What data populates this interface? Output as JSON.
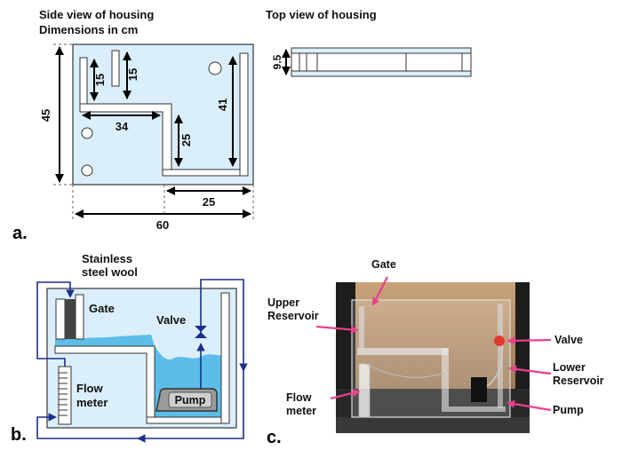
{
  "panel_a": {
    "side_title_1": "Side view of housing",
    "side_title_2": "Dimensions in cm",
    "top_title": "Top view of housing",
    "dim_height_total": "45",
    "dim_width_total": "60",
    "dim_baffle_a": "15",
    "dim_baffle_b": "15",
    "dim_upper_floor": "34",
    "dim_right_wall": "41",
    "dim_step_height": "25",
    "dim_lower_width": "25",
    "dim_depth": "9.5",
    "label": "a."
  },
  "panel_b": {
    "wool_label_1": "Stainless",
    "wool_label_2": "steel wool",
    "gate_label": "Gate",
    "valve_label": "Valve",
    "flow_label_1": "Flow",
    "flow_label_2": "meter",
    "pump_label": "Pump",
    "label": "b."
  },
  "panel_c": {
    "gate_label": "Gate",
    "upper_res_1": "Upper",
    "upper_res_2": "Reservoir",
    "valve_label": "Valve",
    "lower_res_1": "Lower",
    "lower_res_2": "Reservoir",
    "flow_label_1": "Flow",
    "flow_label_2": "meter",
    "pump_label": "Pump",
    "label": "c."
  },
  "colors": {
    "housing_fill": "#dbeefb",
    "water": "#5bbde8",
    "pipe": "#1a2f8c",
    "callout": "#ec3f8c",
    "gate": "#444444"
  }
}
